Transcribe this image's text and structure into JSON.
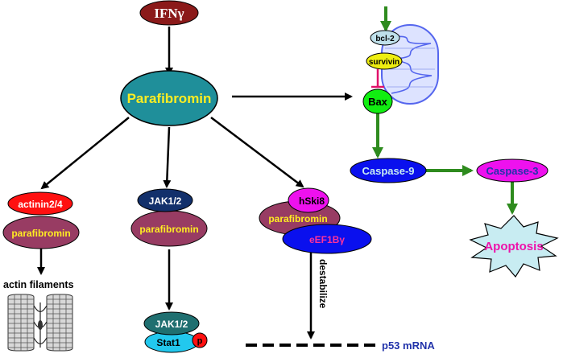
{
  "nodes": {
    "ifng": "IFNγ",
    "parafibromin_center": "Parafibromin",
    "bcl2": "bcl-2",
    "survivin": "survivin",
    "bax": "Bax",
    "caspase9": "Caspase-9",
    "caspase3": "Caspase-3",
    "apoptosis": "Apoptosis",
    "actinin": "actinin2/4",
    "parafibromin_left": "parafibromin",
    "actin_filaments": "actin filaments",
    "jak_top": "JAK1/2",
    "parafibromin_mid": "parafibromin",
    "jak_bottom": "JAK1/2",
    "stat1": "Stat1",
    "phospho": "p",
    "hski8": "hSki8",
    "parafibromin_right": "parafibromin",
    "eef1b": "eEF1Bγ",
    "destabilize": "destabilize",
    "p53mrna": "p53 mRNA"
  },
  "colors": {
    "dark_red": "#8b1a1a",
    "teal": "#1f8f9a",
    "maroon": "#983c63",
    "red": "#ff1010",
    "navy": "#12306b",
    "dark_teal": "#1f6f70",
    "cyan": "#22c8ee",
    "magenta": "#ee11ee",
    "blue": "#0a10ee",
    "green": "#11ee11",
    "yellow": "#eeee11",
    "light_blue_grey": "#bfe0ea",
    "pale_cyan": "#c8ecf2",
    "mito_blue": "#5566ee",
    "arrow_green": "#2e8b1e",
    "yellow_text": "#ffee22",
    "pink_text": "#ff3399",
    "dark_blue_text": "#2233aa"
  }
}
